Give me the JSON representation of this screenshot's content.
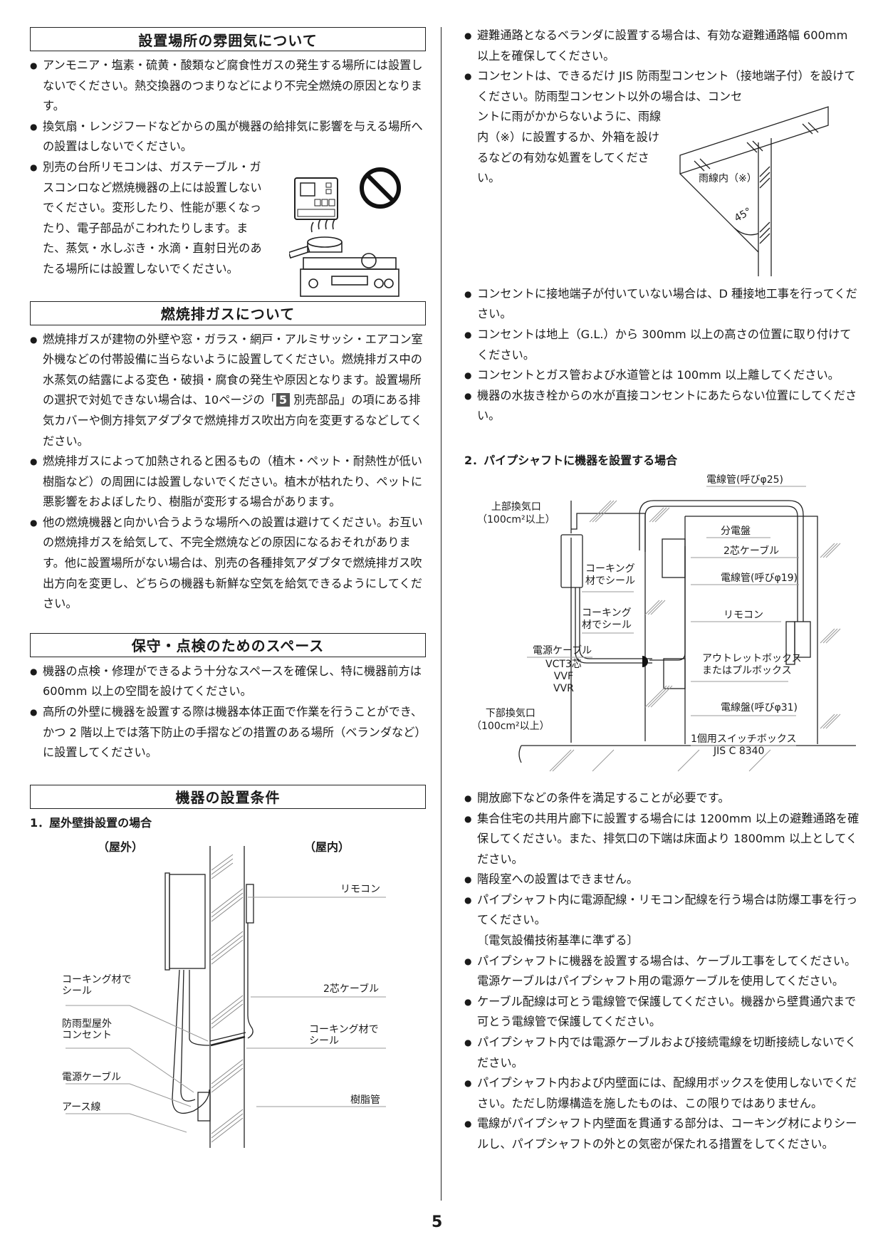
{
  "page_number": "5",
  "left": {
    "s1": {
      "title": "設置場所の雰囲気について",
      "items": [
        "アンモニア・塩素・硫黄・酸類など腐食性ガスの発生する場所には設置しないでください。熱交換器のつまりなどにより不完全燃焼の原因となります。",
        "換気扇・レンジフードなどからの風が機器の給排気に影響を与える場所への設置はしないでください。",
        "別売の台所リモコンは、ガステーブル・ガスコンロなど燃焼機器の上には設置しないでください。変形したり、性能が悪くなったり、電子部品がこわれたりします。また、蒸気・水しぶき・水滴・直射日光のあたる場所には設置しないでください。"
      ]
    },
    "s2": {
      "title": "燃焼排ガスについて",
      "item1_a": "燃焼排ガスが建物の外壁や窓・ガラス・網戸・アルミサッシ・エアコン室外機などの付帯設備に当らないように設置してください。燃焼排ガス中の水蒸気の結露による変色・破損・腐食の発生や原因となります。設置場所の選択で対処できない場合は、10ページの「",
      "item1_badge": "5",
      "item1_b": "別売部品」の項にある排気カバーや側方排気アダプタで燃焼排ガス吹出方向を変更するなどしてください。",
      "items": [
        "燃焼排ガスによって加熱されると困るもの（植木・ペット・耐熱性が低い樹脂など）の周囲には設置しないでください。植木が枯れたり、ペットに悪影響をおよぼしたり、樹脂が変形する場合があります。",
        "他の燃焼機器と向かい合うような場所への設置は避けてください。お互いの燃焼排ガスを給気して、不完全燃焼などの原因になるおそれがあります。他に設置場所がない場合は、別売の各種排気アダプタで燃焼排ガス吹出方向を変更し、どちらの機器も新鮮な空気を給気できるようにしてください。"
      ]
    },
    "s3": {
      "title": "保守・点検のためのスペース",
      "items": [
        "機器の点検・修理ができるよう十分なスペースを確保し、特に機器前方は 600mm 以上の空間を設けてください。",
        "高所の外壁に機器を設置する際は機器本体正面で作業を行うことができ、かつ 2 階以上では落下防止の手摺などの措置のある場所（ベランダなど）に設置してください。"
      ]
    },
    "s4": {
      "title": "機器の設置条件",
      "subhead": "1．屋外壁掛設置の場合",
      "figure": {
        "outdoor": "（屋外）",
        "indoor": "（屋内）",
        "labels": {
          "remocon": "リモコン",
          "cable2": "2芯ケーブル",
          "caulk_left_1": "コーキング材で",
          "caulk_left_2": "シール",
          "outlet_1": "防雨型屋外",
          "outlet_2": "コンセント",
          "power_cable": "電源ケーブル",
          "earth": "アース線",
          "caulk_right_1": "コーキング材で",
          "caulk_right_2": "シール",
          "resin_pipe": "樹脂管"
        }
      }
    }
  },
  "right": {
    "items_top": [
      "避難通路となるベランダに設置する場合は、有効な避難通路幅 600mm 以上を確保してください。"
    ],
    "outlet_item_a": "コンセントは、できるだけ JIS 防雨型コンセント（接地端子付）を設けてください。防雨型コンセント以外の場合は、コンセ",
    "outlet_item_b": "ントに雨がかからないように、雨線内（※）に設置するか、外箱を設けるなどの有効な処置をしてください。",
    "rain_fig": {
      "label": "雨線内（※）",
      "angle": "45°"
    },
    "items_mid": [
      "コンセントに接地端子が付いていない場合は、D 種接地工事を行ってください。",
      "コンセントは地上（G.L.）から 300mm 以上の高さの位置に取り付けてください。",
      "コンセントとガス管および水道管とは 100mm 以上離してください。",
      "機器の水抜き栓からの水が直接コンセントにあたらない位置にしてください。"
    ],
    "subhead2": "2．パイプシャフトに機器を設置する場合",
    "ps_fig": {
      "conduit25": "電線管(呼びφ25)",
      "upper_vent_1": "上部換気口",
      "upper_vent_2": "（100cm²以上）",
      "panel": "分電盤",
      "caulk1_1": "コーキング",
      "caulk1_2": "材でシール",
      "cable2": "2芯ケーブル",
      "conduit19": "電線管(呼びφ19)",
      "caulk2_1": "コーキング",
      "caulk2_2": "材でシール",
      "remocon": "リモコン",
      "outlet_box_1": "アウトレットボックス",
      "outlet_box_2": "またはプルボックス",
      "power_cable": "電源ケーブル",
      "vct": "VCT3芯",
      "vvf": "VVF",
      "vvr": "VVR",
      "conduit31": "電線盤(呼びφ31)",
      "lower_vent_1": "下部換気口",
      "lower_vent_2": "（100cm²以上）",
      "switch_box": "1個用スイッチボックス",
      "jis": "JIS C 8340"
    },
    "items_bottom": [
      "開放廊下などの条件を満足することが必要です。",
      "集合住宅の共用片廊下に設置する場合には 1200mm 以上の避難通路を確保してください。また、排気口の下端は床面より 1800mm 以上としてください。",
      "階段室への設置はできません。",
      "パイプシャフト内に電源配線・リモコン配線を行う場合は防爆工事を行ってください。"
    ],
    "note": "〔電気設備技術基準に準ずる〕",
    "items_last": [
      "パイプシャフトに機器を設置する場合は、ケーブル工事をしてください。電源ケーブルはパイプシャフト用の電源ケーブルを使用してください。",
      "ケーブル配線は可とう電線管で保護してください。機器から壁貫通穴まで可とう電線管で保護してください。",
      "パイプシャフト内では電源ケーブルおよび接続電線を切断接続しないでください。",
      "パイプシャフト内および内壁面には、配線用ボックスを使用しないでください。ただし防爆構造を施したものは、この限りではありません。",
      "電線がパイプシャフト内壁面を貫通する部分は、コーキング材によりシールし、パイプシャフトの外との気密が保たれる措置をしてください。"
    ]
  }
}
